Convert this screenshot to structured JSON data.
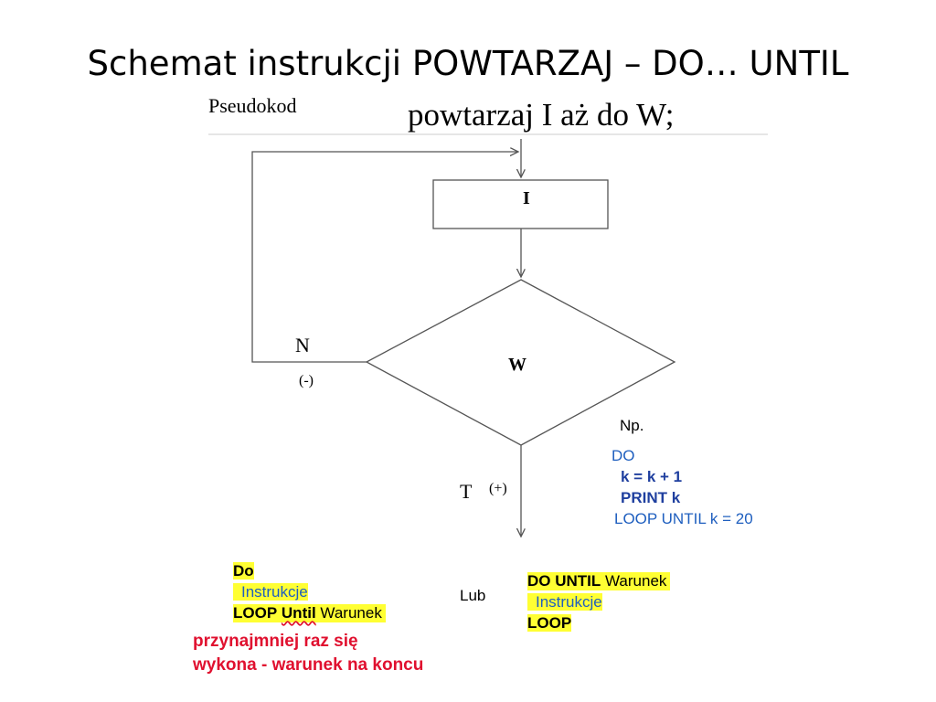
{
  "slide": {
    "title": "Schemat instrukcji POWTARZAJ – DO… UNTIL",
    "pseudo_label": "Pseudokod",
    "pseudo_code": "powtarzaj I aż do W;"
  },
  "flowchart": {
    "process_label": "I",
    "decision_label": "W",
    "no_label": "N",
    "no_sign": "(-)",
    "yes_label": "T",
    "yes_sign": "(+)"
  },
  "example": {
    "heading": "Np.",
    "line1": "DO",
    "line2": "k = k + 1",
    "line3": "PRINT k",
    "line4": "LOOP  UNTIL k = 20"
  },
  "variant_a": {
    "line1": "Do",
    "line2": "Instrukcje",
    "line3_kw1": "LOOP",
    "line3_kw2": "Until",
    "line3_rest": "Warunek"
  },
  "separator": "Lub",
  "variant_b": {
    "line1_kw": "DO UNTIL",
    "line1_rest": "Warunek",
    "line2": "Instrukcje",
    "line3": "LOOP"
  },
  "note": {
    "line1": "przynajmniej raz się",
    "line2": "wykona - warunek na koncu"
  },
  "colors": {
    "highlight": "#ffff33",
    "blue_text": "#1f5fbf",
    "dark_blue_text": "#1f3f9f",
    "red_text": "#e0102f"
  }
}
